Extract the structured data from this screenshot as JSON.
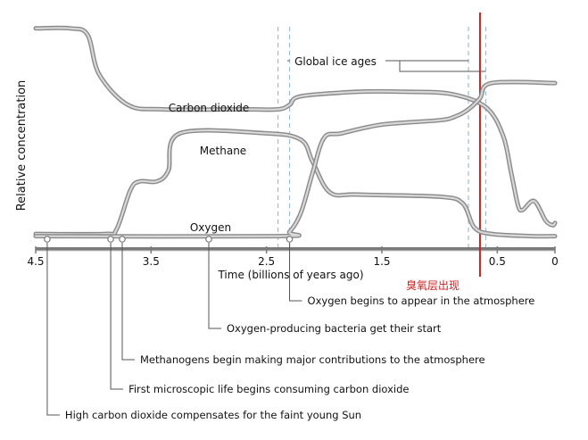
{
  "chart_data": {
    "type": "line",
    "title": "",
    "xlabel": "Time (billions of years ago)",
    "ylabel": "Relative concentration",
    "xlim": [
      4.5,
      0
    ],
    "ylim": [
      0,
      1
    ],
    "x_ticks": [
      {
        "value": 4.5,
        "label": "4.5"
      },
      {
        "value": 3.5,
        "label": "3.5"
      },
      {
        "value": 2.5,
        "label": "2.5"
      },
      {
        "value": 1.5,
        "label": "1.5"
      },
      {
        "value": 0.5,
        "label": "0.5"
      },
      {
        "value": 0.0,
        "label": "0"
      }
    ],
    "series": [
      {
        "name": "Carbon dioxide",
        "x": [
          4.5,
          4.2,
          4.05,
          3.95,
          3.7,
          3.4,
          2.7,
          2.4,
          2.3,
          2.2,
          1.7,
          1.3,
          0.9,
          0.6,
          0.45,
          0.38,
          0.32,
          0.28,
          0.18,
          0.08,
          0.02,
          0.0
        ],
        "values": [
          0.96,
          0.96,
          0.93,
          0.75,
          0.61,
          0.59,
          0.59,
          0.59,
          0.61,
          0.65,
          0.67,
          0.67,
          0.66,
          0.6,
          0.47,
          0.3,
          0.15,
          0.13,
          0.17,
          0.08,
          0.06,
          0.07
        ]
      },
      {
        "name": "Methane",
        "x": [
          4.5,
          3.9,
          3.8,
          3.68,
          3.6,
          3.45,
          3.35,
          3.25,
          2.5,
          2.2,
          2.1,
          1.95,
          1.7,
          1.0,
          0.8,
          0.7,
          0.55,
          0.2,
          0.0
        ],
        "values": [
          0.02,
          0.02,
          0.04,
          0.22,
          0.26,
          0.26,
          0.31,
          0.48,
          0.48,
          0.45,
          0.35,
          0.21,
          0.2,
          0.19,
          0.16,
          0.05,
          0.02,
          0.01,
          0.01
        ]
      },
      {
        "name": "Oxygen",
        "x": [
          4.5,
          2.4,
          2.3,
          2.2,
          2.1,
          2.0,
          1.85,
          1.5,
          1.0,
          0.85,
          0.75,
          0.65,
          0.55,
          0.0
        ],
        "values": [
          0.01,
          0.01,
          0.03,
          0.12,
          0.3,
          0.46,
          0.48,
          0.52,
          0.54,
          0.56,
          0.59,
          0.64,
          0.71,
          0.71
        ]
      }
    ],
    "ice_ages": [
      {
        "start": 2.4,
        "end": 2.3
      },
      {
        "start": 0.75,
        "end": 0.6
      }
    ],
    "ozone_line": {
      "x": 0.65,
      "label": "臭氧层出现",
      "color": "#cc2222"
    },
    "callouts": {
      "global_ice_ages": "Global ice ages",
      "co2_label": "Carbon dioxide",
      "methane_label": "Methane",
      "oxygen_label": "Oxygen"
    },
    "annotations": [
      {
        "x": 4.4,
        "text": "High carbon dioxide compensates for the faint young Sun"
      },
      {
        "x": 3.85,
        "text": "First microscopic life begins consuming carbon dioxide"
      },
      {
        "x": 3.75,
        "text": "Methanogens begin making major contributions to the atmosphere"
      },
      {
        "x": 3.0,
        "text": "Oxygen-producing bacteria get their start"
      },
      {
        "x": 2.3,
        "text": "Oxygen begins to appear in the atmosphere"
      }
    ],
    "colors": {
      "curve": "#a9a9a9",
      "axis": "#7a7a7a",
      "dashed": "#9fbcd3",
      "ozone": "#cc2222"
    }
  }
}
